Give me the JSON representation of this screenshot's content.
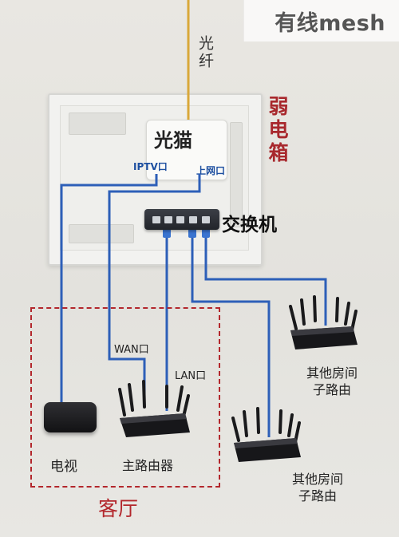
{
  "title": "有线mesh",
  "fiber_label": "光纤",
  "weak_box_label": "弱电箱",
  "modem": {
    "title": "光猫",
    "iptv_port": "IPTV口",
    "wan_port": "上网口"
  },
  "switch_label": "交换机",
  "living_room": {
    "label": "客厅",
    "tv": "电视",
    "main_router": "主路由器",
    "wan_port": "WAN口",
    "lan_port": "LAN口"
  },
  "other_rooms": [
    {
      "line1": "其他房间",
      "line2": "子路由"
    },
    {
      "line1": "其他房间",
      "line2": "子路由"
    }
  ],
  "colors": {
    "cable": "#2d5fb8",
    "fiber": "#d9a83a",
    "accent_red": "#b3272c"
  }
}
